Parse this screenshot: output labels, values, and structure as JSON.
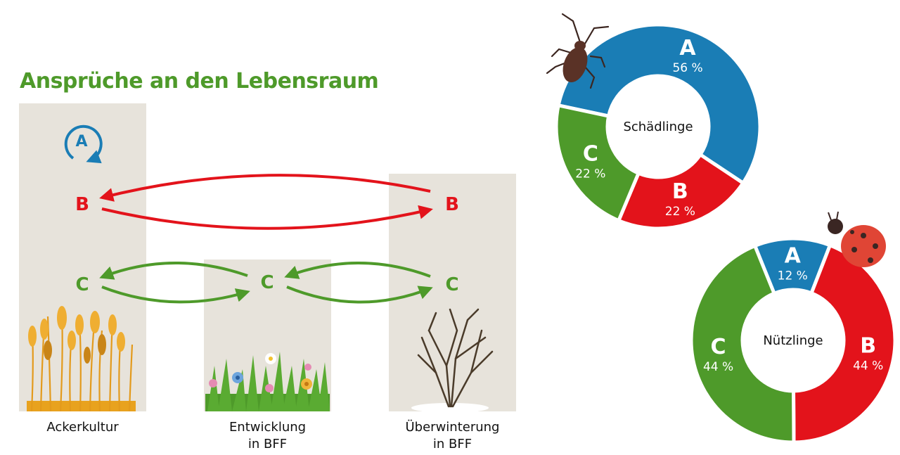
{
  "title": "Ansprüche an den Lebensraum",
  "habitats": [
    {
      "label_line1": "Ackerkultur",
      "label_line2": ""
    },
    {
      "label_line1": "Entwicklung",
      "label_line2": "in BFF"
    },
    {
      "label_line1": "Überwinterung",
      "label_line2": "in BFF"
    }
  ],
  "groups": {
    "a": "A",
    "b": "B",
    "c": "C"
  },
  "colors": {
    "a": "#1a7db5",
    "b": "#e3131b",
    "c": "#4e9a2a",
    "panel": "#e7e3db"
  },
  "chart_data": [
    {
      "type": "donut",
      "title": "Schädlinge",
      "series": [
        {
          "name": "A",
          "value": 56,
          "label": "56 %"
        },
        {
          "name": "B",
          "value": 22,
          "label": "22 %"
        },
        {
          "name": "C",
          "value": 22,
          "label": "22 %"
        }
      ]
    },
    {
      "type": "donut",
      "title": "Nützlinge",
      "series": [
        {
          "name": "A",
          "value": 12,
          "label": "12 %"
        },
        {
          "name": "B",
          "value": 44,
          "label": "44 %"
        },
        {
          "name": "C",
          "value": 44,
          "label": "44 %"
        }
      ]
    }
  ]
}
